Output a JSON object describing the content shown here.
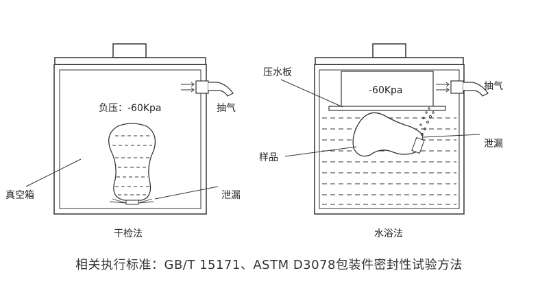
{
  "left_panel": {
    "pressure_label": "负压：-60Kpa",
    "exhaust_label": "抽气",
    "leak_label": "泄漏",
    "chamber_label": "真空箱",
    "caption": "干检法"
  },
  "right_panel": {
    "plate_label": "压水板",
    "pressure_label": "-60Kpa",
    "exhaust_label": "抽气",
    "leak_label": "泄漏",
    "sample_label": "样品",
    "caption": "水浴法"
  },
  "footer": {
    "standard_text": "相关执行标准：GB/T 15171、ASTM D3078包装件密封性试验方法"
  }
}
